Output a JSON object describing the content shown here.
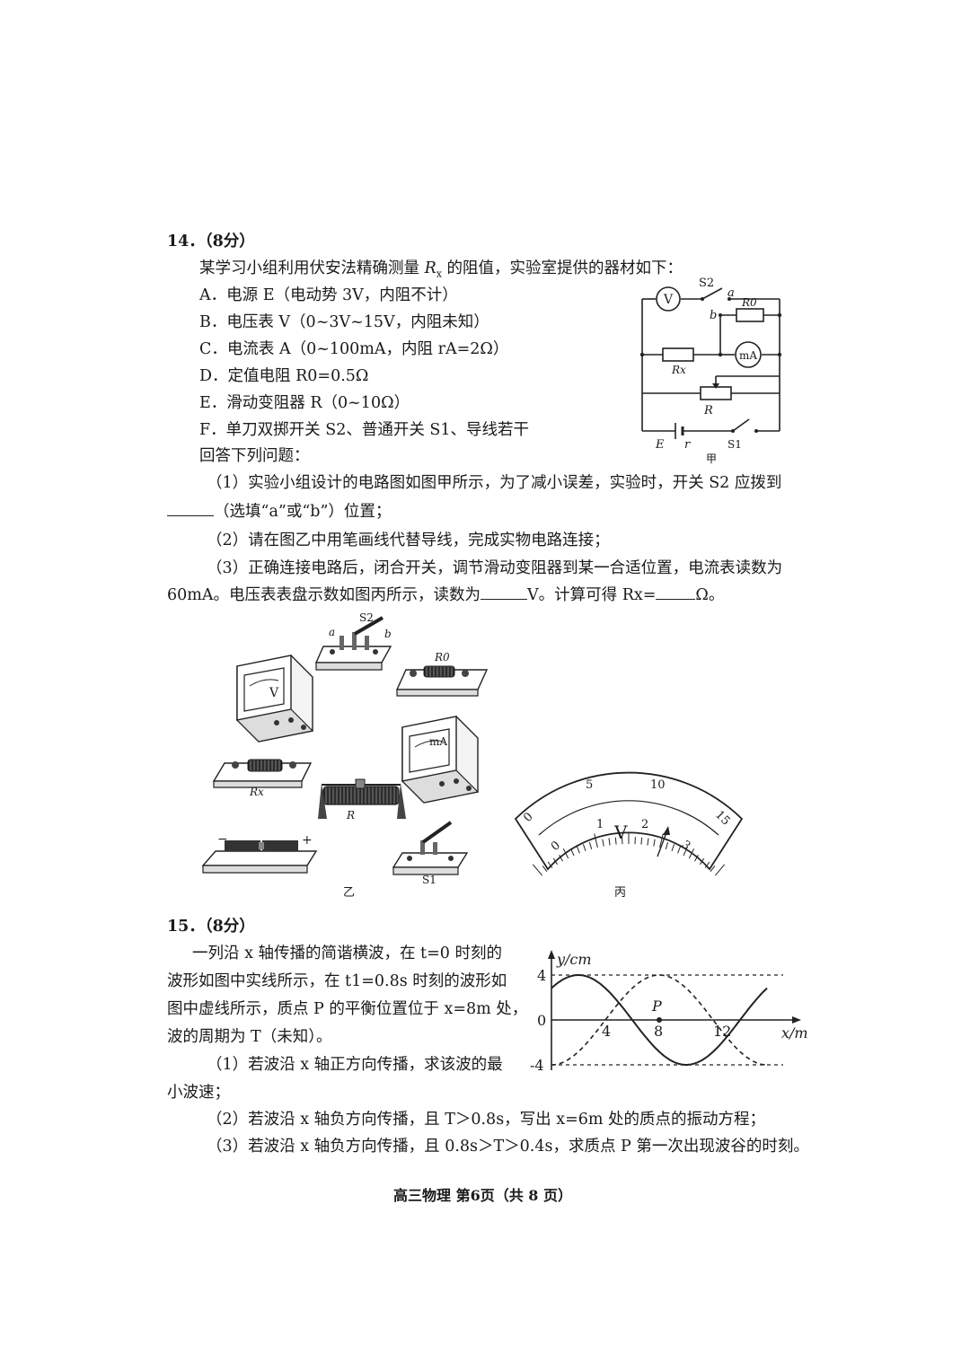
{
  "q14": {
    "header": "14．（8分）",
    "intro_a": "某学习小组利用伏安法精确测量 ",
    "intro_rx": "R",
    "intro_rx_sub": "x",
    "intro_b": " 的阻值，实验室提供的器材如下：",
    "items": [
      "A．电源 E（电动势 3V，内阻不计）",
      "B．电压表 V（0~3V~15V，内阻未知）",
      "C．电流表 A（0~100mA，内阻 rA=2Ω）",
      "D．定值电阻 R0=0.5Ω",
      "E．滑动变阻器 R（0~10Ω）",
      "F．单刀双掷开关 S2、普通开关 S1、导线若干"
    ],
    "answer_intro": "回答下列问题：",
    "p1a": "（1）实验小组设计的电路图如图甲所示，为了减小误差，实验时，开关 S2 应拨到",
    "p1b": "（选填“a”或“b”）位置；",
    "p2": "（2）请在图乙中用笔画线代替导线，完成实物电路连接；",
    "p3a": "（3）正确连接电路后，闭合开关，调节滑动变阻器到某一合适位置，电流表读数为",
    "p3b": "60mA。电压表表盘示数如图丙所示，读数为",
    "p3c": "V。计算可得 Rx=",
    "p3d": "Ω。"
  },
  "fig_jia": {
    "caption": "甲",
    "labels": {
      "v": "V",
      "s2": "S2",
      "a": "a",
      "b": "b",
      "r0": "R0",
      "ma": "mA",
      "rx": "Rx",
      "r": "R",
      "e": "E",
      "rint": "r",
      "s1": "S1"
    }
  },
  "fig_yi": {
    "caption": "乙",
    "labels": {
      "s2": "S2",
      "a": "a",
      "b": "b",
      "r0": "R0",
      "v": "V",
      "ma": "mA",
      "rx": "Rx",
      "r": "R",
      "minus": "−",
      "plus": "+",
      "s1": "S1"
    }
  },
  "fig_bing": {
    "caption": "丙",
    "outer_scale": [
      "0",
      "5",
      "10",
      "15"
    ],
    "inner_scale": [
      "0",
      "1",
      "2",
      "3"
    ],
    "unit": "V"
  },
  "q15": {
    "header": "15．（8分）",
    "lines": [
      "一列沿 x 轴传播的简谐横波，在 t=0 时刻的",
      "波形如图中实线所示，在 t1=0.8s 时刻的波形如",
      "图中虚线所示，质点 P 的平衡位置位于 x=8m 处，",
      "波的周期为 T（未知）。"
    ],
    "p1a": "（1）若波沿 x 轴正方向传播，求该波的最",
    "p1b": "小波速；",
    "p2": "（2）若波沿 x 轴负方向传播，且 T＞0.8s，写出 x=6m 处的质点的振动方程；",
    "p3": "（3）若波沿 x 轴负方向传播，且 0.8s＞T＞0.4s，求质点 P 第一次出现波谷的时刻。"
  },
  "wave": {
    "ylabel": "y/cm",
    "xlabel": "x/m",
    "yticks": [
      "4",
      "0",
      "-4"
    ],
    "xticks": [
      "4",
      "8",
      "12"
    ],
    "point_label": "P"
  },
  "footer": "高三物理 第6页（共 8 页）"
}
